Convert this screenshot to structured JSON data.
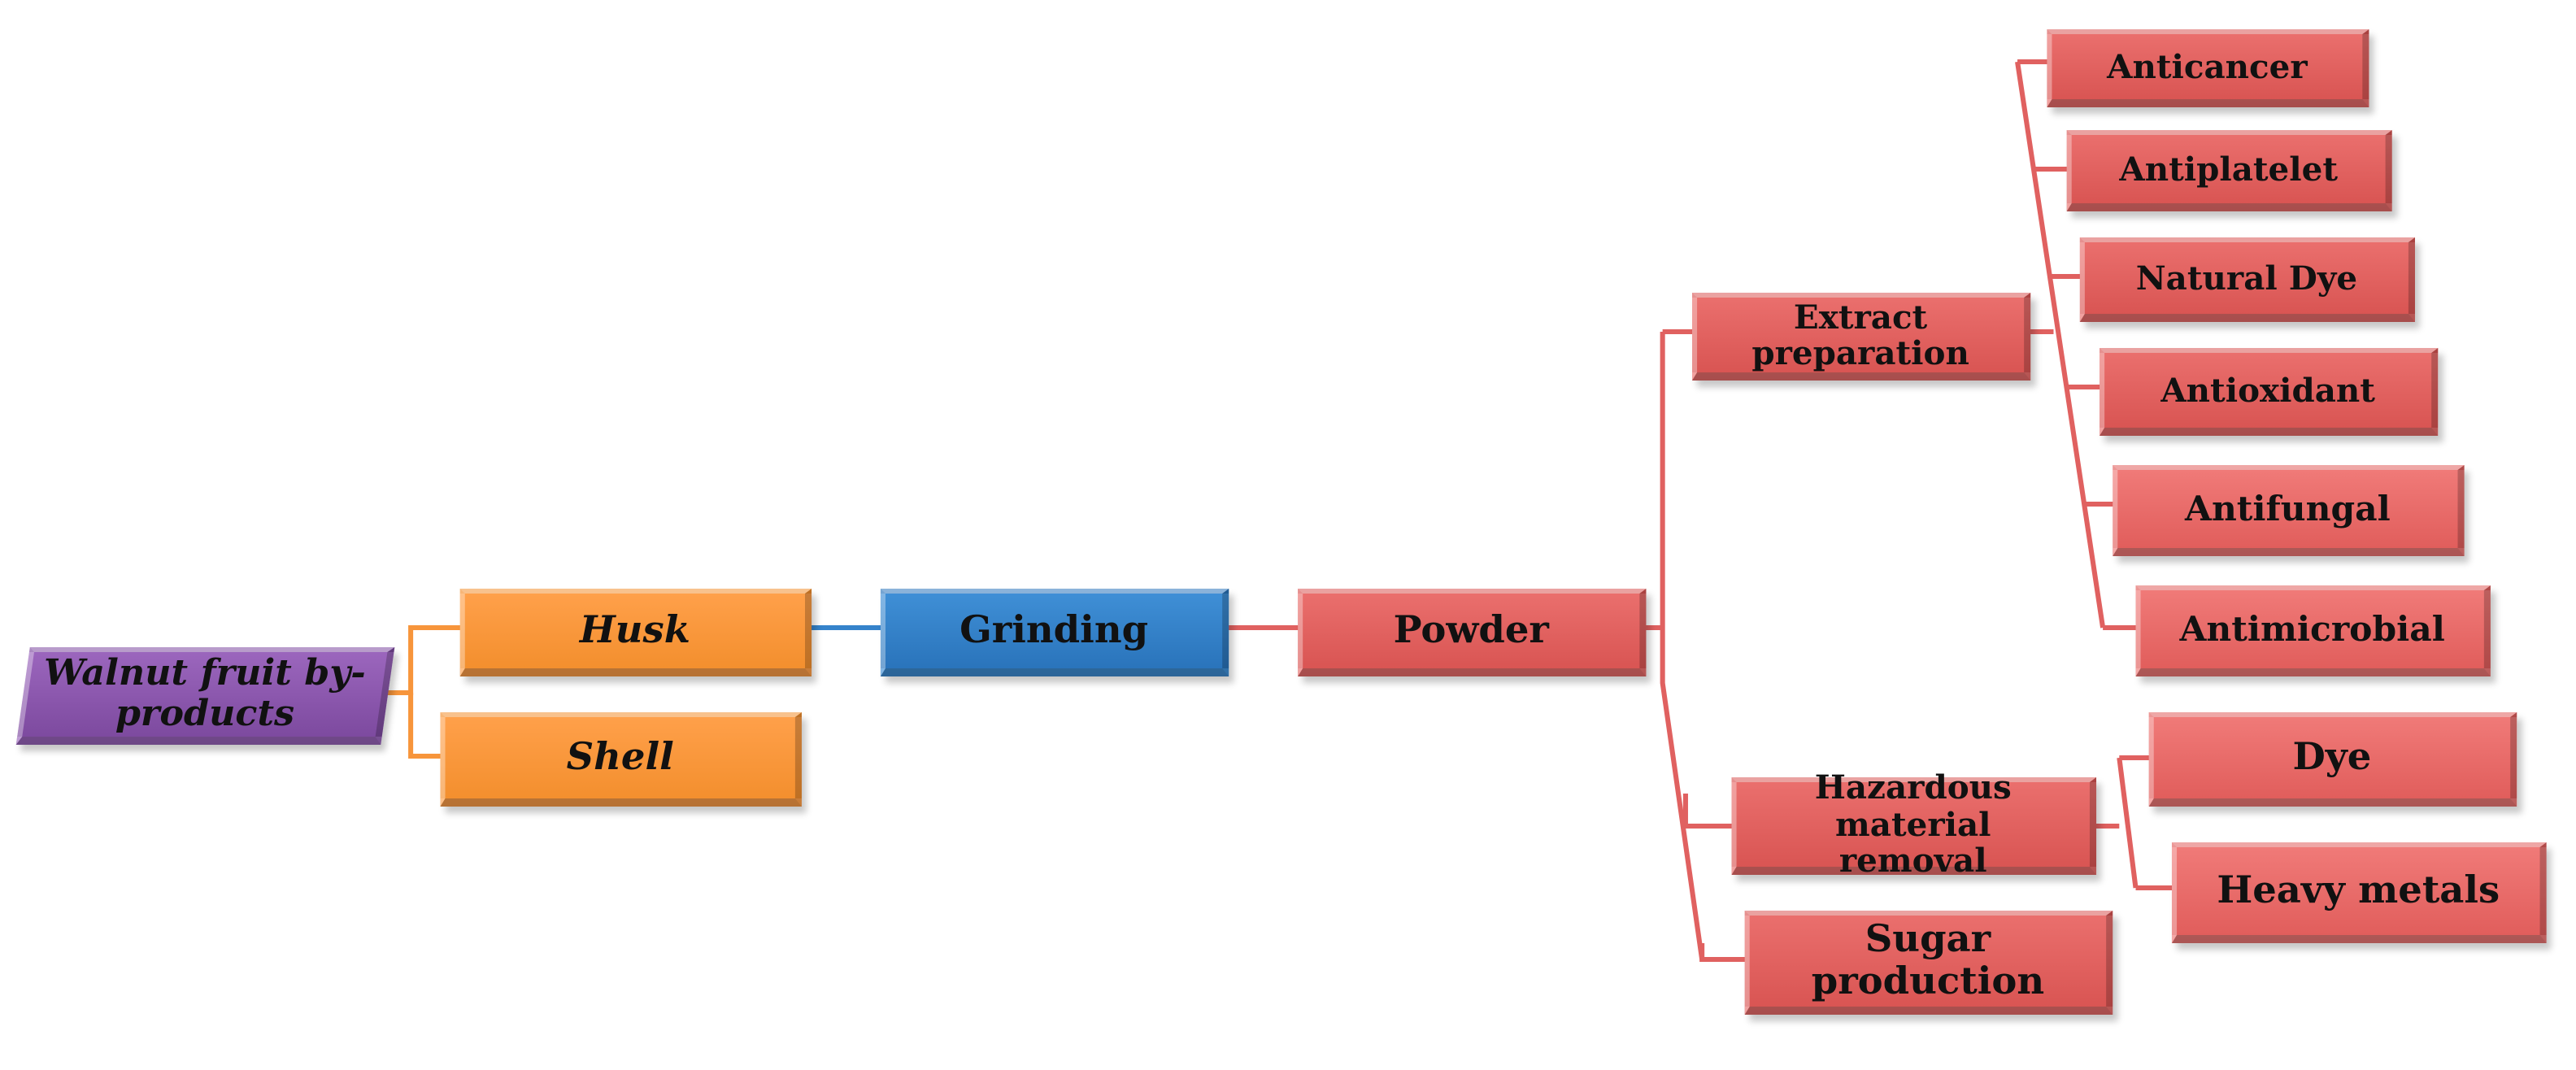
{
  "colors": {
    "purple": "#8a56ad",
    "orange": "#f7953b",
    "blue": "#3583cb",
    "red": "#e06160",
    "connector_orange": "#f7953b",
    "connector_blue": "#3583cb",
    "connector_red": "#e06160"
  },
  "nodes": {
    "root": "Walnut fruit by-products",
    "husk": "Husk",
    "shell": "Shell",
    "grinding": "Grinding",
    "powder": "Powder",
    "extract": "Extract preparation",
    "hazardous": "Hazardous material removal",
    "sugar": "Sugar production",
    "anticancer": "Anticancer",
    "antiplatelet": "Antiplatelet",
    "natural_dye": "Natural Dye",
    "antioxidant": "Antioxidant",
    "antifungal": "Antifungal",
    "antimicrobial": "Antimicrobial",
    "dye": "Dye",
    "heavy_metals": "Heavy metals"
  }
}
